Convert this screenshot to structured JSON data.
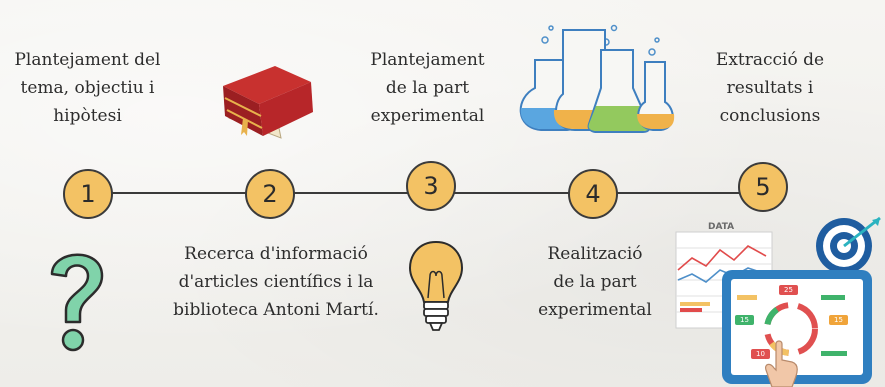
{
  "steps": [
    {
      "number": "1",
      "label": "Plantejament del\ntema, objectiu i\nhipòtesi",
      "icon": "question-mark-icon"
    },
    {
      "number": "2",
      "label": "Recerca d'informació\nd'articles científics i la\nbiblioteca Antoni Martí.",
      "icon": "book-icon"
    },
    {
      "number": "3",
      "label": "Plantejament\nde la part\nexperimental",
      "icon": "lightbulb-icon"
    },
    {
      "number": "4",
      "label": "Realització\nde la part\nexperimental",
      "icon": "laboratory-flasks-icon"
    },
    {
      "number": "5",
      "label": "Extracció de\nresultats i\nconclusions",
      "icon": "data-tablet-target-icon"
    }
  ],
  "data_panel": {
    "title": "DATA"
  },
  "tablet_badges": [
    "25",
    "15",
    "15",
    "10"
  ],
  "colors": {
    "node_fill": "#f3c264",
    "line": "#3a3a3a",
    "question_mark": "#7fd0a8",
    "book_red": "#b3282b",
    "tablet_blue": "#2f7fc0"
  }
}
